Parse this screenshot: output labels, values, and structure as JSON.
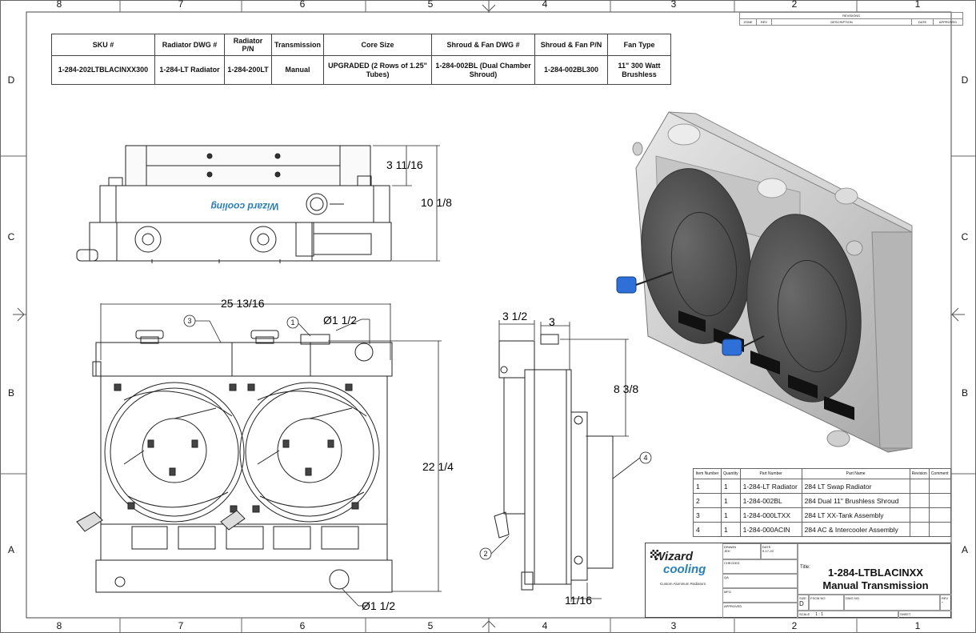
{
  "border": {
    "cols_top": [
      "8",
      "7",
      "6",
      "5",
      "4",
      "3",
      "2",
      "1"
    ],
    "cols_bottom": [
      "8",
      "7",
      "6",
      "5",
      "4",
      "3",
      "2",
      "1"
    ],
    "rows": [
      "D",
      "C",
      "B",
      "A"
    ]
  },
  "spec_table": {
    "headers": [
      "SKU #",
      "Radiator DWG #",
      "Radiator P/N",
      "Transmission",
      "Core Size",
      "Shroud & Fan DWG #",
      "Shroud & Fan P/N",
      "Fan Type"
    ],
    "values": [
      "1-284-202LTBLACINXX300",
      "1-284-LT Radiator",
      "1-284-200LT",
      "Manual",
      "UPGRADED (2 Rows of 1.25\" Tubes)",
      "1-284-002BL (Dual Chamber Shroud)",
      "1-284-002BL300",
      "11\" 300 Watt Brushless"
    ]
  },
  "dimensions": {
    "d1": "3 11/16",
    "d2": "10 1/8",
    "d3": "25 13/16",
    "d4": "Ø1 1/2",
    "d5": "22 1/4",
    "d6": "Ø1 1/2",
    "d7": "3 1/2",
    "d8": "3",
    "d9": "8 3/8",
    "d10": "11/16"
  },
  "balloons": [
    "1",
    "2",
    "3",
    "4"
  ],
  "logo_text": "Wizard cooling",
  "bom": {
    "headers": [
      "Item Number",
      "Quantity",
      "Part Number",
      "Part Name",
      "Revision",
      "Comment"
    ],
    "rows": [
      {
        "item": "1",
        "qty": "1",
        "part": "1-284-LT Radiator",
        "name": "284 LT Swap Radiator"
      },
      {
        "item": "2",
        "qty": "1",
        "part": "1-284-002BL",
        "name": "284 Dual 11\" Brushless Shroud"
      },
      {
        "item": "3",
        "qty": "1",
        "part": "1-284-000LTXX",
        "name": "284 LT XX-Tank Assembly"
      },
      {
        "item": "4",
        "qty": "1",
        "part": "1-284-000ACIN",
        "name": "284 AC & Intercooler Assembly"
      }
    ]
  },
  "revisions": {
    "title": "REVISIONS",
    "headers": [
      "ZONE",
      "REV",
      "DESCRIPTION",
      "DATE",
      "APPROVED"
    ]
  },
  "title_block": {
    "logo_word1": "Wizard",
    "logo_word2": "cooling",
    "tagline": "Custom Aluminum Radiators",
    "drawn_label": "DRAWN",
    "drawn_value": "JEH",
    "date_label": "DATE",
    "date_value": "9-17-20",
    "checked_label": "CHECKED",
    "qa_label": "QA",
    "mfg_label": "MFG",
    "approved_label": "APPROVED",
    "title_label": "Title:",
    "title_line1": "1-284-LTBLACINXX",
    "title_line2": "Manual Transmission",
    "size_label": "SIZE",
    "size_value": "D",
    "fscm_label": "FSCM NO",
    "dwg_label": "DWG NO",
    "rev_label": "REV",
    "rev_value": "-",
    "scale_label": "SCALE",
    "scale_value": "1 : 1",
    "sheet_label": "SHEET"
  }
}
